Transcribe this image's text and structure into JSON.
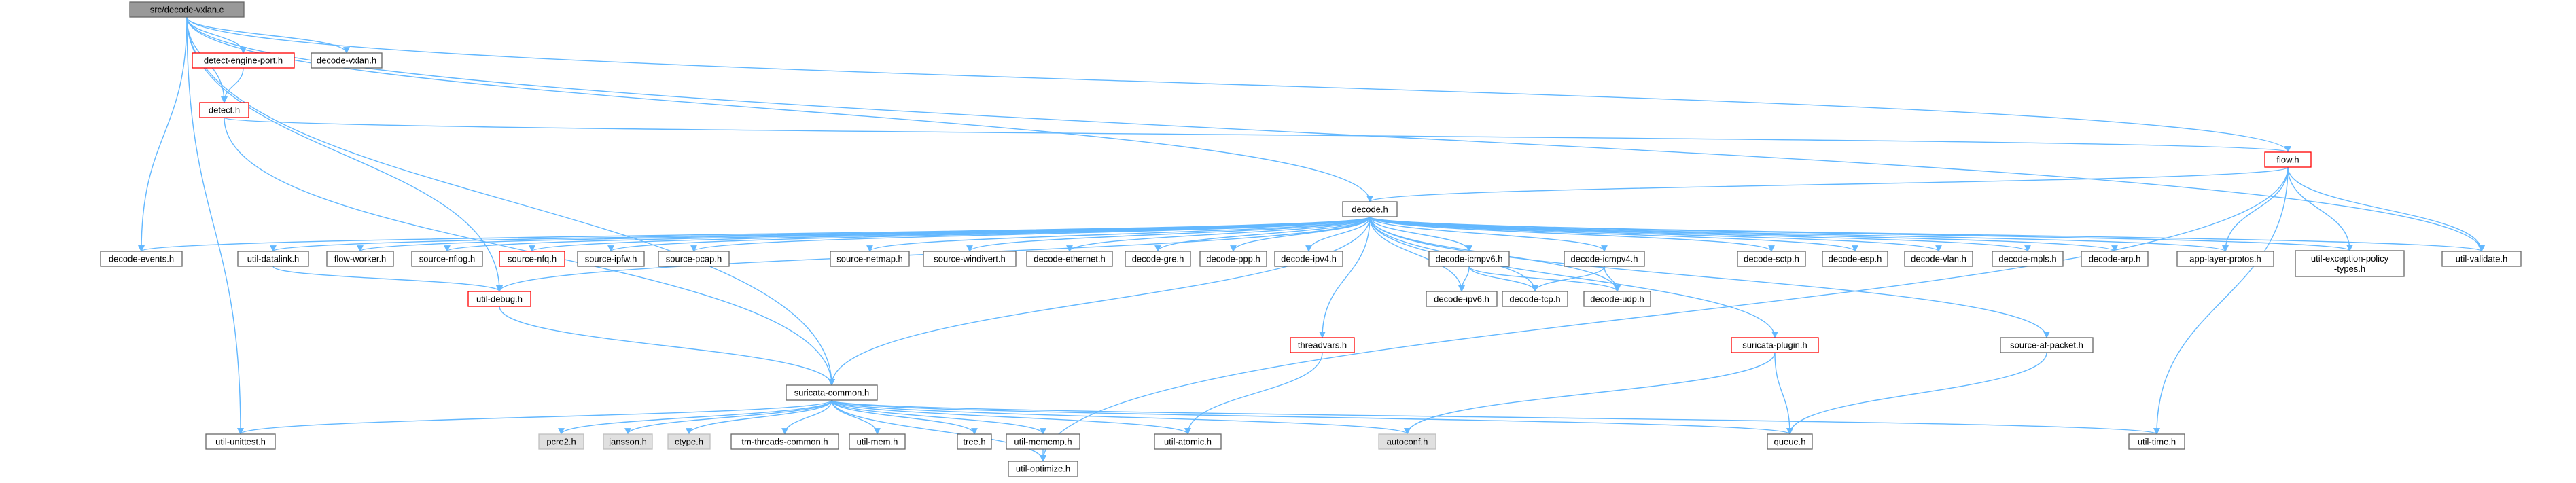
{
  "colors": {
    "edge": "#63b8ff",
    "edge_dark": "#404040",
    "box_default": "#666666",
    "box_red": "#ff0000",
    "fill_default": "#ffffff",
    "fill_root": "#999999",
    "fill_gray": "#e0e0e0"
  },
  "nodes": [
    {
      "id": "root",
      "label": "src/decode-vxlan.c",
      "style": "root"
    },
    {
      "id": "detect-engine-port",
      "label": "detect-engine-port.h",
      "style": "red"
    },
    {
      "id": "decode-vxlan-h",
      "label": "decode-vxlan.h",
      "style": "default"
    },
    {
      "id": "detect",
      "label": "detect.h",
      "style": "red"
    },
    {
      "id": "flow",
      "label": "flow.h",
      "style": "red"
    },
    {
      "id": "decode",
      "label": "decode.h",
      "style": "default"
    },
    {
      "id": "decode-events",
      "label": "decode-events.h",
      "style": "default"
    },
    {
      "id": "util-datalink",
      "label": "util-datalink.h",
      "style": "default"
    },
    {
      "id": "flow-worker",
      "label": "flow-worker.h",
      "style": "default"
    },
    {
      "id": "source-nflog",
      "label": "source-nflog.h",
      "style": "default"
    },
    {
      "id": "source-nfq",
      "label": "source-nfq.h",
      "style": "red"
    },
    {
      "id": "source-ipfw",
      "label": "source-ipfw.h",
      "style": "default"
    },
    {
      "id": "source-pcap",
      "label": "source-pcap.h",
      "style": "default"
    },
    {
      "id": "source-netmap",
      "label": "source-netmap.h",
      "style": "default"
    },
    {
      "id": "source-windivert",
      "label": "source-windivert.h",
      "style": "default"
    },
    {
      "id": "decode-ethernet",
      "label": "decode-ethernet.h",
      "style": "default"
    },
    {
      "id": "decode-gre",
      "label": "decode-gre.h",
      "style": "default"
    },
    {
      "id": "decode-ppp",
      "label": "decode-ppp.h",
      "style": "default"
    },
    {
      "id": "decode-ipv4",
      "label": "decode-ipv4.h",
      "style": "default"
    },
    {
      "id": "decode-icmpv6",
      "label": "decode-icmpv6.h",
      "style": "default"
    },
    {
      "id": "decode-icmpv4",
      "label": "decode-icmpv4.h",
      "style": "default"
    },
    {
      "id": "decode-sctp",
      "label": "decode-sctp.h",
      "style": "default"
    },
    {
      "id": "decode-esp",
      "label": "decode-esp.h",
      "style": "default"
    },
    {
      "id": "decode-vlan",
      "label": "decode-vlan.h",
      "style": "default"
    },
    {
      "id": "decode-mpls",
      "label": "decode-mpls.h",
      "style": "default"
    },
    {
      "id": "decode-arp",
      "label": "decode-arp.h",
      "style": "default"
    },
    {
      "id": "app-layer-protos",
      "label": "app-layer-protos.h",
      "style": "default"
    },
    {
      "id": "util-exception-policy-types",
      "label": "util-exception-policy\n-types.h",
      "style": "default"
    },
    {
      "id": "util-validate",
      "label": "util-validate.h",
      "style": "default"
    },
    {
      "id": "decode-ipv6",
      "label": "decode-ipv6.h",
      "style": "default"
    },
    {
      "id": "decode-tcp",
      "label": "decode-tcp.h",
      "style": "default"
    },
    {
      "id": "decode-udp",
      "label": "decode-udp.h",
      "style": "default"
    },
    {
      "id": "util-debug",
      "label": "util-debug.h",
      "style": "red"
    },
    {
      "id": "threadvars",
      "label": "threadvars.h",
      "style": "red"
    },
    {
      "id": "suricata-plugin",
      "label": "suricata-plugin.h",
      "style": "red"
    },
    {
      "id": "source-af-packet",
      "label": "source-af-packet.h",
      "style": "default"
    },
    {
      "id": "suricata-common",
      "label": "suricata-common.h",
      "style": "default"
    },
    {
      "id": "util-unittest",
      "label": "util-unittest.h",
      "style": "default"
    },
    {
      "id": "pcre2",
      "label": "pcre2.h",
      "style": "gray"
    },
    {
      "id": "jansson",
      "label": "jansson.h",
      "style": "gray"
    },
    {
      "id": "ctype",
      "label": "ctype.h",
      "style": "gray"
    },
    {
      "id": "tm-threads-common",
      "label": "tm-threads-common.h",
      "style": "default"
    },
    {
      "id": "util-mem",
      "label": "util-mem.h",
      "style": "default"
    },
    {
      "id": "tree",
      "label": "tree.h",
      "style": "default"
    },
    {
      "id": "util-memcmp",
      "label": "util-memcmp.h",
      "style": "default"
    },
    {
      "id": "util-atomic",
      "label": "util-atomic.h",
      "style": "default"
    },
    {
      "id": "autoconf",
      "label": "autoconf.h",
      "style": "gray"
    },
    {
      "id": "queue",
      "label": "queue.h",
      "style": "default"
    },
    {
      "id": "util-time",
      "label": "util-time.h",
      "style": "default"
    },
    {
      "id": "util-optimize",
      "label": "util-optimize.h",
      "style": "default"
    }
  ],
  "edges": [
    [
      "root",
      "detect-engine-port"
    ],
    [
      "root",
      "decode-vxlan-h"
    ],
    [
      "root",
      "detect"
    ],
    [
      "root",
      "flow"
    ],
    [
      "root",
      "decode"
    ],
    [
      "root",
      "decode-events"
    ],
    [
      "root",
      "util-debug"
    ],
    [
      "root",
      "suricata-common"
    ],
    [
      "root",
      "util-unittest"
    ],
    [
      "root",
      "util-validate"
    ],
    [
      "detect-engine-port",
      "detect"
    ],
    [
      "detect",
      "flow"
    ],
    [
      "detect",
      "suricata-common"
    ],
    [
      "flow",
      "decode"
    ],
    [
      "flow",
      "app-layer-protos"
    ],
    [
      "flow",
      "util-exception-policy-types"
    ],
    [
      "flow",
      "util-validate"
    ],
    [
      "flow",
      "util-time"
    ],
    [
      "flow",
      "util-optimize"
    ],
    [
      "decode",
      "decode-events"
    ],
    [
      "decode",
      "util-datalink"
    ],
    [
      "decode",
      "flow-worker"
    ],
    [
      "decode",
      "source-nflog"
    ],
    [
      "decode",
      "source-nfq"
    ],
    [
      "decode",
      "source-ipfw"
    ],
    [
      "decode",
      "source-pcap"
    ],
    [
      "decode",
      "source-netmap"
    ],
    [
      "decode",
      "source-windivert"
    ],
    [
      "decode",
      "decode-ethernet"
    ],
    [
      "decode",
      "decode-gre"
    ],
    [
      "decode",
      "decode-ppp"
    ],
    [
      "decode",
      "decode-ipv4"
    ],
    [
      "decode",
      "decode-icmpv6"
    ],
    [
      "decode",
      "decode-icmpv4"
    ],
    [
      "decode",
      "decode-sctp"
    ],
    [
      "decode",
      "decode-esp"
    ],
    [
      "decode",
      "decode-vlan"
    ],
    [
      "decode",
      "decode-mpls"
    ],
    [
      "decode",
      "decode-arp"
    ],
    [
      "decode",
      "app-layer-protos"
    ],
    [
      "decode",
      "util-exception-policy-types"
    ],
    [
      "decode",
      "util-validate"
    ],
    [
      "decode",
      "decode-ipv6"
    ],
    [
      "decode",
      "decode-tcp"
    ],
    [
      "decode",
      "decode-udp"
    ],
    [
      "decode",
      "util-debug"
    ],
    [
      "decode",
      "threadvars"
    ],
    [
      "decode",
      "suricata-plugin"
    ],
    [
      "decode",
      "source-af-packet"
    ],
    [
      "decode",
      "suricata-common"
    ],
    [
      "util-datalink",
      "util-debug"
    ],
    [
      "decode-icmpv6",
      "decode-ipv6"
    ],
    [
      "decode-icmpv6",
      "decode-tcp"
    ],
    [
      "decode-icmpv6",
      "decode-udp"
    ],
    [
      "decode-icmpv4",
      "decode-tcp"
    ],
    [
      "decode-icmpv4",
      "decode-udp"
    ],
    [
      "util-debug",
      "suricata-common"
    ],
    [
      "threadvars",
      "util-atomic"
    ],
    [
      "suricata-plugin",
      "autoconf"
    ],
    [
      "suricata-plugin",
      "queue"
    ],
    [
      "source-af-packet",
      "queue"
    ],
    [
      "suricata-common",
      "util-unittest"
    ],
    [
      "suricata-common",
      "pcre2"
    ],
    [
      "suricata-common",
      "jansson"
    ],
    [
      "suricata-common",
      "ctype"
    ],
    [
      "suricata-common",
      "tm-threads-common"
    ],
    [
      "suricata-common",
      "util-mem"
    ],
    [
      "suricata-common",
      "tree"
    ],
    [
      "suricata-common",
      "util-memcmp"
    ],
    [
      "suricata-common",
      "util-atomic"
    ],
    [
      "suricata-common",
      "autoconf"
    ],
    [
      "suricata-common",
      "queue"
    ],
    [
      "suricata-common",
      "util-time"
    ],
    [
      "suricata-common",
      "util-optimize"
    ],
    [
      "util-memcmp",
      "util-optimize"
    ]
  ]
}
